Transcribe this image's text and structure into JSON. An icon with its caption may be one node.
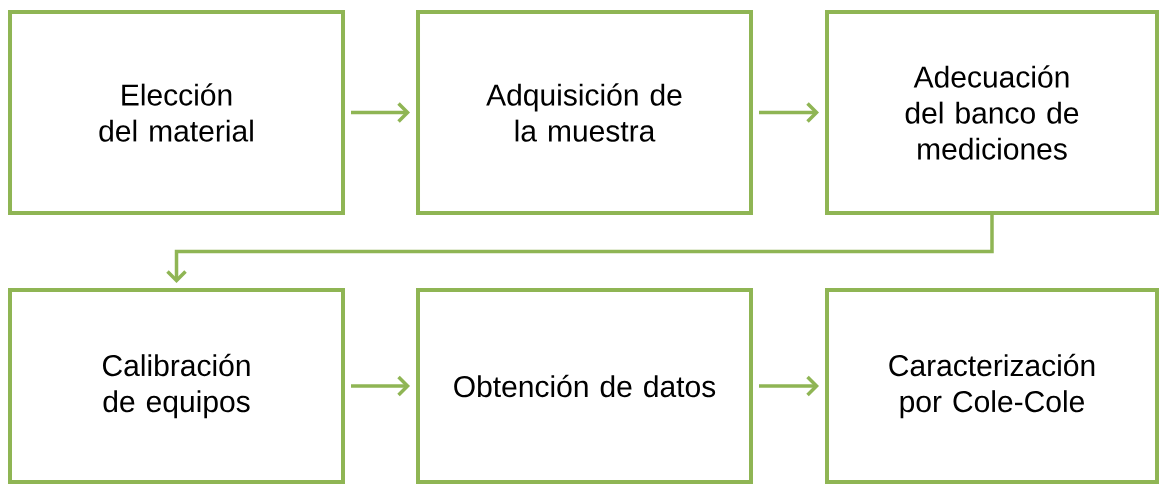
{
  "diagram": {
    "nodes": [
      {
        "text": [
          "Elección del material"
        ]
      },
      {
        "text": [
          "Adquisición de la muestra"
        ]
      },
      {
        "text": [
          "Adecuación del banco de mediciones"
        ]
      },
      {
        "text": [
          "Calibración de equipos"
        ]
      },
      {
        "text": [
          "Obtención de datos"
        ]
      },
      {
        "text": [
          "Caracterización por Cole-Cole"
        ]
      }
    ],
    "edges": [
      {
        "from": 0,
        "to": 1,
        "arrow": "to"
      },
      {
        "from": 1,
        "to": 2,
        "arrow": "to"
      },
      {
        "from": 2,
        "to": 3,
        "arrow": "to"
      },
      {
        "from": 3,
        "to": 4,
        "arrow": "to"
      },
      {
        "from": 4,
        "to": 5,
        "arrow": "to"
      }
    ]
  }
}
